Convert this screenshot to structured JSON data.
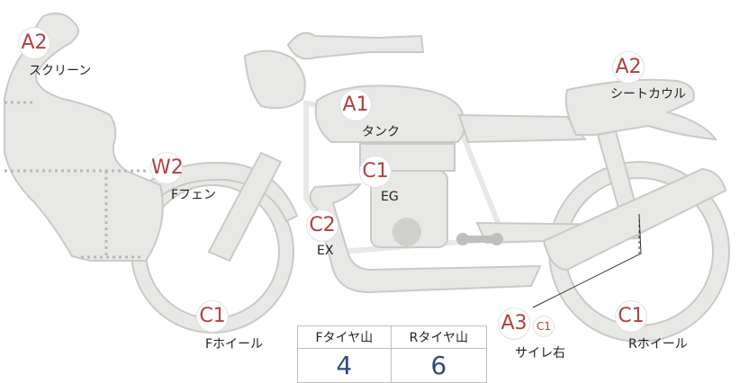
{
  "parts": [
    {
      "id": "screen",
      "grade": "A2",
      "name": "スクリーン"
    },
    {
      "id": "tank",
      "grade": "A1",
      "name": "タンク"
    },
    {
      "id": "seat-cowl",
      "grade": "A2",
      "name": "シートカウル"
    },
    {
      "id": "engine",
      "grade": "C1",
      "name": "EG"
    },
    {
      "id": "front-fender",
      "grade": "W2",
      "name": "Fフェン"
    },
    {
      "id": "exhaust",
      "grade": "C2",
      "name": "EX"
    },
    {
      "id": "front-wheel",
      "grade": "C1",
      "name": "Fホイール"
    },
    {
      "id": "silencer-right",
      "grade": "A3",
      "sub_grade": "C1",
      "name": "サイレ右"
    },
    {
      "id": "rear-wheel",
      "grade": "C1",
      "name": "Rホイール"
    }
  ],
  "tread": {
    "front_label": "Fタイヤ山",
    "rear_label": "Rタイヤ山",
    "front_value": "4",
    "rear_value": "6"
  },
  "colors": {
    "grade_text": "#b0413e",
    "value_text": "#2f4a7a",
    "bike_fill": "#e8e8e6"
  }
}
